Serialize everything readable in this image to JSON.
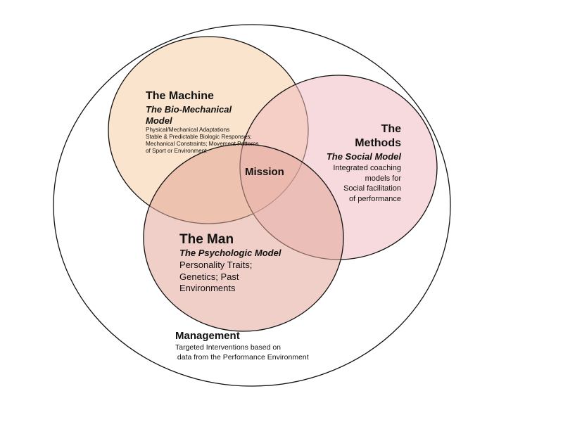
{
  "colors": {
    "outer_stroke": "#111111",
    "machine_fill": "#f9dfc4",
    "methods_fill": "#f1bcc1",
    "man_fill": "#e8b2a8",
    "stroke": "#111111"
  },
  "machine": {
    "title": "The Machine",
    "subtitle_line1": "The Bio-Mechanical",
    "subtitle_line2": "Model",
    "body": [
      "Physical/Mechanical Adaptations",
      "Stable & Predictable Biologic Responses;",
      "Mechanical Constraints; Movement Patterns",
      "of Sport or Environment"
    ]
  },
  "methods": {
    "title_line1": "The",
    "title_line2": "Methods",
    "subtitle": "The Social Model",
    "body": [
      "Integrated coaching",
      "models for",
      "Social facilitation",
      "of performance"
    ]
  },
  "man": {
    "title": "The Man",
    "subtitle": "The Psychologic Model",
    "body": [
      "Personality Traits;",
      "Genetics; Past",
      "Environments"
    ]
  },
  "center": {
    "label": "Mission"
  },
  "management": {
    "title": "Management",
    "body": [
      "Targeted Interventions based on",
      " data from the Performance Environment"
    ]
  }
}
